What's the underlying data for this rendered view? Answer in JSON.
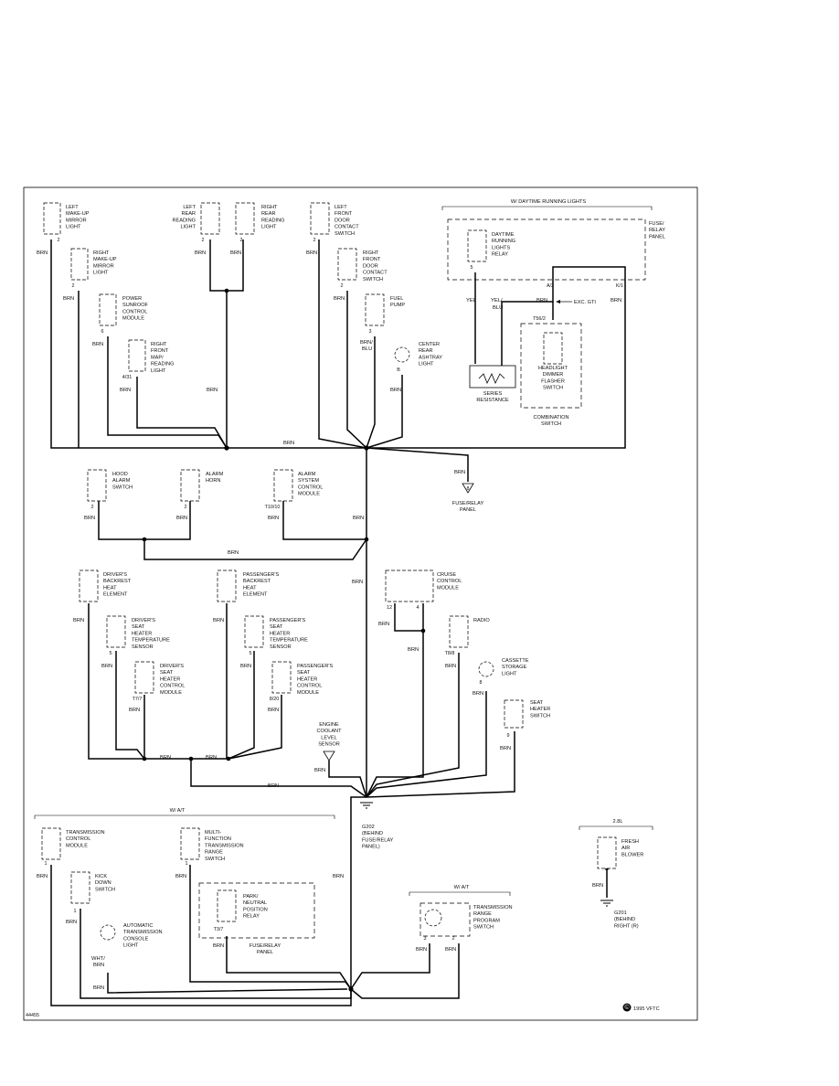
{
  "wire_color": "BRN",
  "wire_labels": {
    "tel": "YEL",
    "yel_blu": [
      "YEL/",
      "BLU"
    ],
    "brn_blu": [
      "BRN/",
      "BLU"
    ],
    "wht_brn": [
      "WHT/",
      "BRN"
    ]
  },
  "contexts": {
    "drl": "W/ DAYTIME RUNNING LIGHTS",
    "at1": "W/ A/T",
    "at2": "W/ A/T",
    "l28": "2.8L"
  },
  "note_exc_gti": "EXC. GTI",
  "components": {
    "left_makeup": {
      "label": [
        "LEFT",
        "MAKE-UP",
        "MIRROR",
        "LIGHT"
      ],
      "pin": "2"
    },
    "right_makeup": {
      "label": [
        "RIGHT",
        "MAKE-UP",
        "MIRROR",
        "LIGHT"
      ],
      "pin": "2"
    },
    "sunroof": {
      "label": [
        "POWER",
        "SUNROOF",
        "CONTROL",
        "MODULE"
      ],
      "pin": "6"
    },
    "map_light": {
      "label": [
        "RIGHT",
        "FRONT",
        "MAP/",
        "READING",
        "LIGHT"
      ],
      "pin": "4/31"
    },
    "left_rear_reading": {
      "label": [
        "LEFT",
        "REAR",
        "READING",
        "LIGHT"
      ],
      "pin": "2"
    },
    "right_rear_reading": {
      "label": [
        "RIGHT",
        "REAR",
        "READING",
        "LIGHT"
      ],
      "pin": "2"
    },
    "left_door_switch": {
      "label": [
        "LEFT",
        "FRONT",
        "DOOR",
        "CONTACT",
        "SWITCH"
      ],
      "pin": "2"
    },
    "right_door_switch": {
      "label": [
        "RIGHT",
        "FRONT",
        "DOOR",
        "CONTACT",
        "SWITCH"
      ],
      "pin": "2"
    },
    "fuel_pump": {
      "label": [
        "FUEL",
        "PUMP"
      ],
      "pin": "3"
    },
    "ashtray": {
      "label": [
        "CENTER",
        "REAR",
        "ASHTRAY",
        "LIGHT"
      ],
      "pin": "B"
    },
    "drl_relay": {
      "label": [
        "DAYTIME",
        "RUNNING",
        "LIGHTS",
        "RELAY"
      ],
      "pin": "5"
    },
    "fuse_relay_panel_top": {
      "label": [
        "FUSE/",
        "RELAY",
        "PANEL"
      ],
      "pins": [
        "A/2",
        "K/1"
      ]
    },
    "series_resistance": {
      "label": [
        "SERIES",
        "RESISTANCE"
      ]
    },
    "headlight_switch": {
      "label": [
        "HEADLIGHT",
        "DIMMER",
        "FLASHER",
        "SWITCH"
      ],
      "pin": "T56/2"
    },
    "combination_switch": {
      "label": [
        "COMBINATION",
        "SWITCH"
      ]
    },
    "ground_fuse_panel": {
      "label": [
        "FUSE/RELAY",
        "PANEL"
      ],
      "pin": "8"
    },
    "hood_switch": {
      "label": [
        "HOOD",
        "ALARM",
        "SWITCH"
      ],
      "pin": "2"
    },
    "alarm_horn": {
      "label": [
        "ALARM",
        "HORN"
      ],
      "pin": "2"
    },
    "alarm_module": {
      "label": [
        "ALARM",
        "SYSTEM",
        "CONTROL",
        "MODULE"
      ],
      "pin": "T10/10"
    },
    "drv_backrest": {
      "label": [
        "DRIVER'S",
        "BACKREST",
        "HEAT",
        "ELEMENT"
      ]
    },
    "drv_temp_sensor": {
      "label": [
        "DRIVER'S",
        "SEAT",
        "HEATER",
        "TEMPERATURE",
        "SENSOR"
      ],
      "pin": "5"
    },
    "drv_seat_module": {
      "label": [
        "DRIVER'S",
        "SEAT",
        "HEATER",
        "CONTROL",
        "MODULE"
      ],
      "pin": "T7/7"
    },
    "pass_backrest": {
      "label": [
        "PASSENGER'S",
        "BACKREST",
        "HEAT",
        "ELEMENT"
      ]
    },
    "pass_temp_sensor": {
      "label": [
        "PASSENGER'S",
        "SEAT",
        "HEATER",
        "TEMPERATURE",
        "SENSOR"
      ],
      "pin": "5"
    },
    "pass_seat_module": {
      "label": [
        "PASSENGER'S",
        "SEAT",
        "HEATER",
        "CONTROL",
        "MODULE"
      ],
      "pin": "8/20"
    },
    "coolant_sensor": {
      "label": [
        "ENGINE",
        "COOLANT",
        "LEVEL",
        "SENSOR"
      ]
    },
    "cruise_module": {
      "label": [
        "CRUISE",
        "CONTROL",
        "MODULE"
      ],
      "pins": [
        "12",
        "4"
      ]
    },
    "radio": {
      "label": [
        "RADIO"
      ],
      "pin": "T8/8"
    },
    "cassette_light": {
      "label": [
        "CASSETTE",
        "STORAGE",
        "LIGHT"
      ],
      "pin": "8"
    },
    "seat_heater_switch": {
      "label": [
        "SEAT",
        "HEATER",
        "SWITCH"
      ],
      "pin": "9"
    },
    "g202": {
      "label": [
        "G202",
        "(BEHIND",
        "FUSE/RELAY",
        "PANEL)"
      ]
    },
    "tcm": {
      "label": [
        "TRANSMISSION",
        "CONTROL",
        "MODULE"
      ],
      "pin": "1"
    },
    "kickdown": {
      "label": [
        "KICK",
        "DOWN",
        "SWITCH"
      ],
      "pin": "1"
    },
    "console_light": {
      "label": [
        "AUTOMATIC",
        "TRANSMISSION",
        "CONSOLE",
        "LIGHT"
      ]
    },
    "mfr_switch": {
      "label": [
        "MULTI-",
        "FUNCTION",
        "TRANSMISSION",
        "RANGE",
        "SWITCH"
      ],
      "pin": "1"
    },
    "pn_relay": {
      "label": [
        "PARK/",
        "NEUTRAL",
        "POSITION",
        "RELAY"
      ],
      "pin": "T3/7"
    },
    "fuse_panel_bottom": {
      "label": [
        "FUSE/RELAY",
        "PANEL"
      ]
    },
    "range_program_switch": {
      "label": [
        "TRANSMISSION",
        "RANGE",
        "PROGRAM",
        "SWITCH"
      ],
      "pins": [
        "3",
        "2"
      ]
    },
    "blower": {
      "label": [
        "FRESH",
        "AIR",
        "BLOWER"
      ]
    },
    "g201": {
      "label": [
        "G201",
        "(BEHIND",
        "RIGHT (R)"
      ]
    }
  },
  "figure_id": "44455",
  "copyright": "1995 VFTC",
  "copyright_symbol": "©"
}
